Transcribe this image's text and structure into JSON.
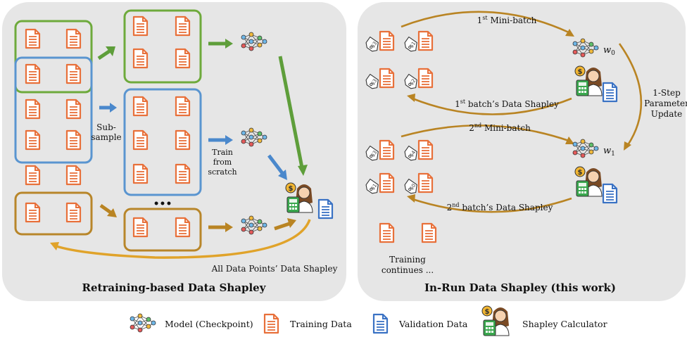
{
  "left_panel": {
    "title": "Retraining-based Data Shapley",
    "subsample_label_1": "Sub-",
    "subsample_label_2": "sample",
    "train_label_1": "Train",
    "train_label_2": "from",
    "train_label_3": "scratch",
    "ellipsis": "•••",
    "bottom_caption": "All Data Points’ Data Shapley"
  },
  "right_panel": {
    "title": "In-Run Data Shapley (this work)",
    "mb1_sup": "st",
    "mb1_text": " Mini-batch",
    "mb1_num": "1",
    "batch1_num": "1",
    "batch1_sup": "st",
    "batch1_text": " batch’s Data Shapley",
    "mb2_num": "2",
    "mb2_sup": "nd",
    "mb2_text": " Mini-batch",
    "batch2_num": "2",
    "batch2_sup": "nd",
    "batch2_text": " batch’s Data Shapley",
    "w0_base": "w",
    "w0_sub": "0",
    "w1_base": "w",
    "w1_sub": "1",
    "update_line1": "1-Step",
    "update_line2": "Parameter",
    "update_line3": "Update",
    "continues_line1": "Training",
    "continues_line2": "continues ...",
    "tags_row1": [
      "$3",
      "$1"
    ],
    "tags_row2": [
      "$3",
      "$2"
    ],
    "tags_row3": [
      "$3",
      "$4"
    ],
    "tags_row4": [
      "$1",
      "$0"
    ]
  },
  "legend": {
    "model": "Model (Checkpoint)",
    "training": "Training Data",
    "validation": "Validation Data",
    "calculator": "Shapley Calculator"
  },
  "colors": {
    "panel_bg": "#e6e6e6",
    "training_doc": "#e8703a",
    "validation_doc": "#3a72c4",
    "green_box": "#6eaa3c",
    "blue_box": "#5a95d0",
    "gold_box": "#b8862a",
    "arrow_green": "#5e9e3a",
    "arrow_blue": "#4a88cc",
    "arrow_gold": "#b98423",
    "curve_gold": "#e0a32a"
  }
}
